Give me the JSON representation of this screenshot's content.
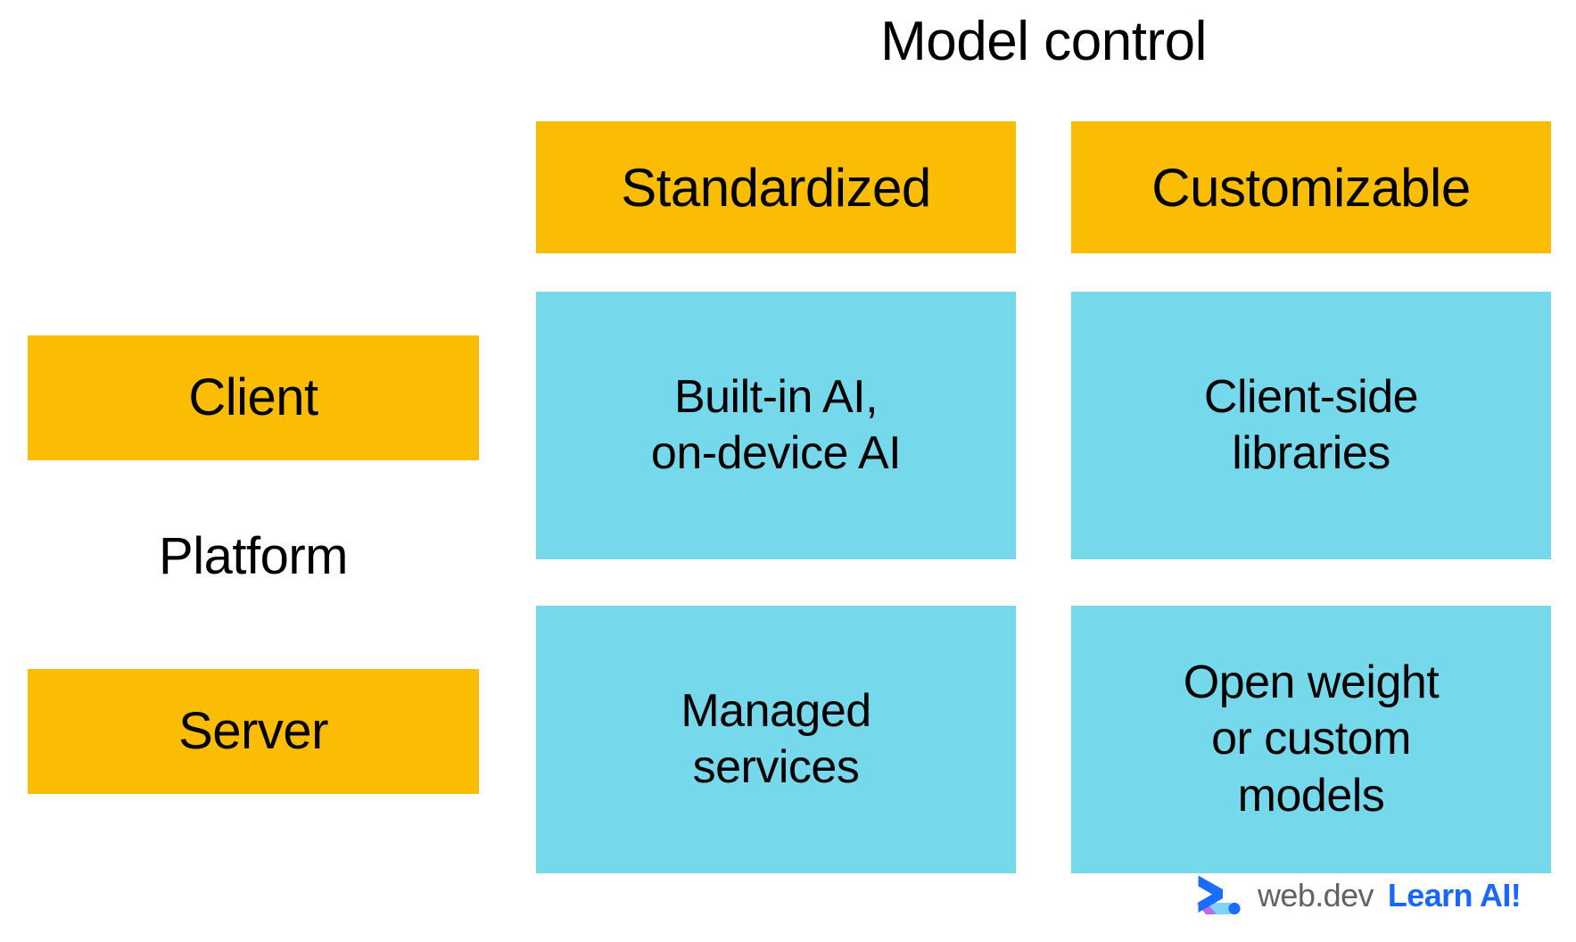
{
  "title": "Model control",
  "axis": {
    "row_axis_label": "Platform"
  },
  "columns": [
    {
      "id": "standardized",
      "label": "Standardized"
    },
    {
      "id": "customizable",
      "label": "Customizable"
    }
  ],
  "rows": [
    {
      "id": "client",
      "label": "Client"
    },
    {
      "id": "server",
      "label": "Server"
    }
  ],
  "cells": {
    "client_standardized": "Built-in AI,\non-device AI",
    "client_customizable": "Client-side\nlibraries",
    "server_standardized": "Managed\nservices",
    "server_customizable": "Open weight\nor custom\nmodels"
  },
  "brand": {
    "mark": "webdev-chevron-logo",
    "wordmark": "web.dev",
    "tagline": "Learn AI!"
  },
  "colors": {
    "header_yellow": "#FBBC04",
    "cell_cyan": "#76D8EB",
    "background": "#FFFFFF",
    "text": "#000000",
    "wordmark_gray": "#5F6368",
    "tagline_blue": "#1967FF",
    "logo_blue": "#1A6BFF",
    "logo_light_blue": "#7DD4F5",
    "logo_purple": "#C06BE8"
  }
}
